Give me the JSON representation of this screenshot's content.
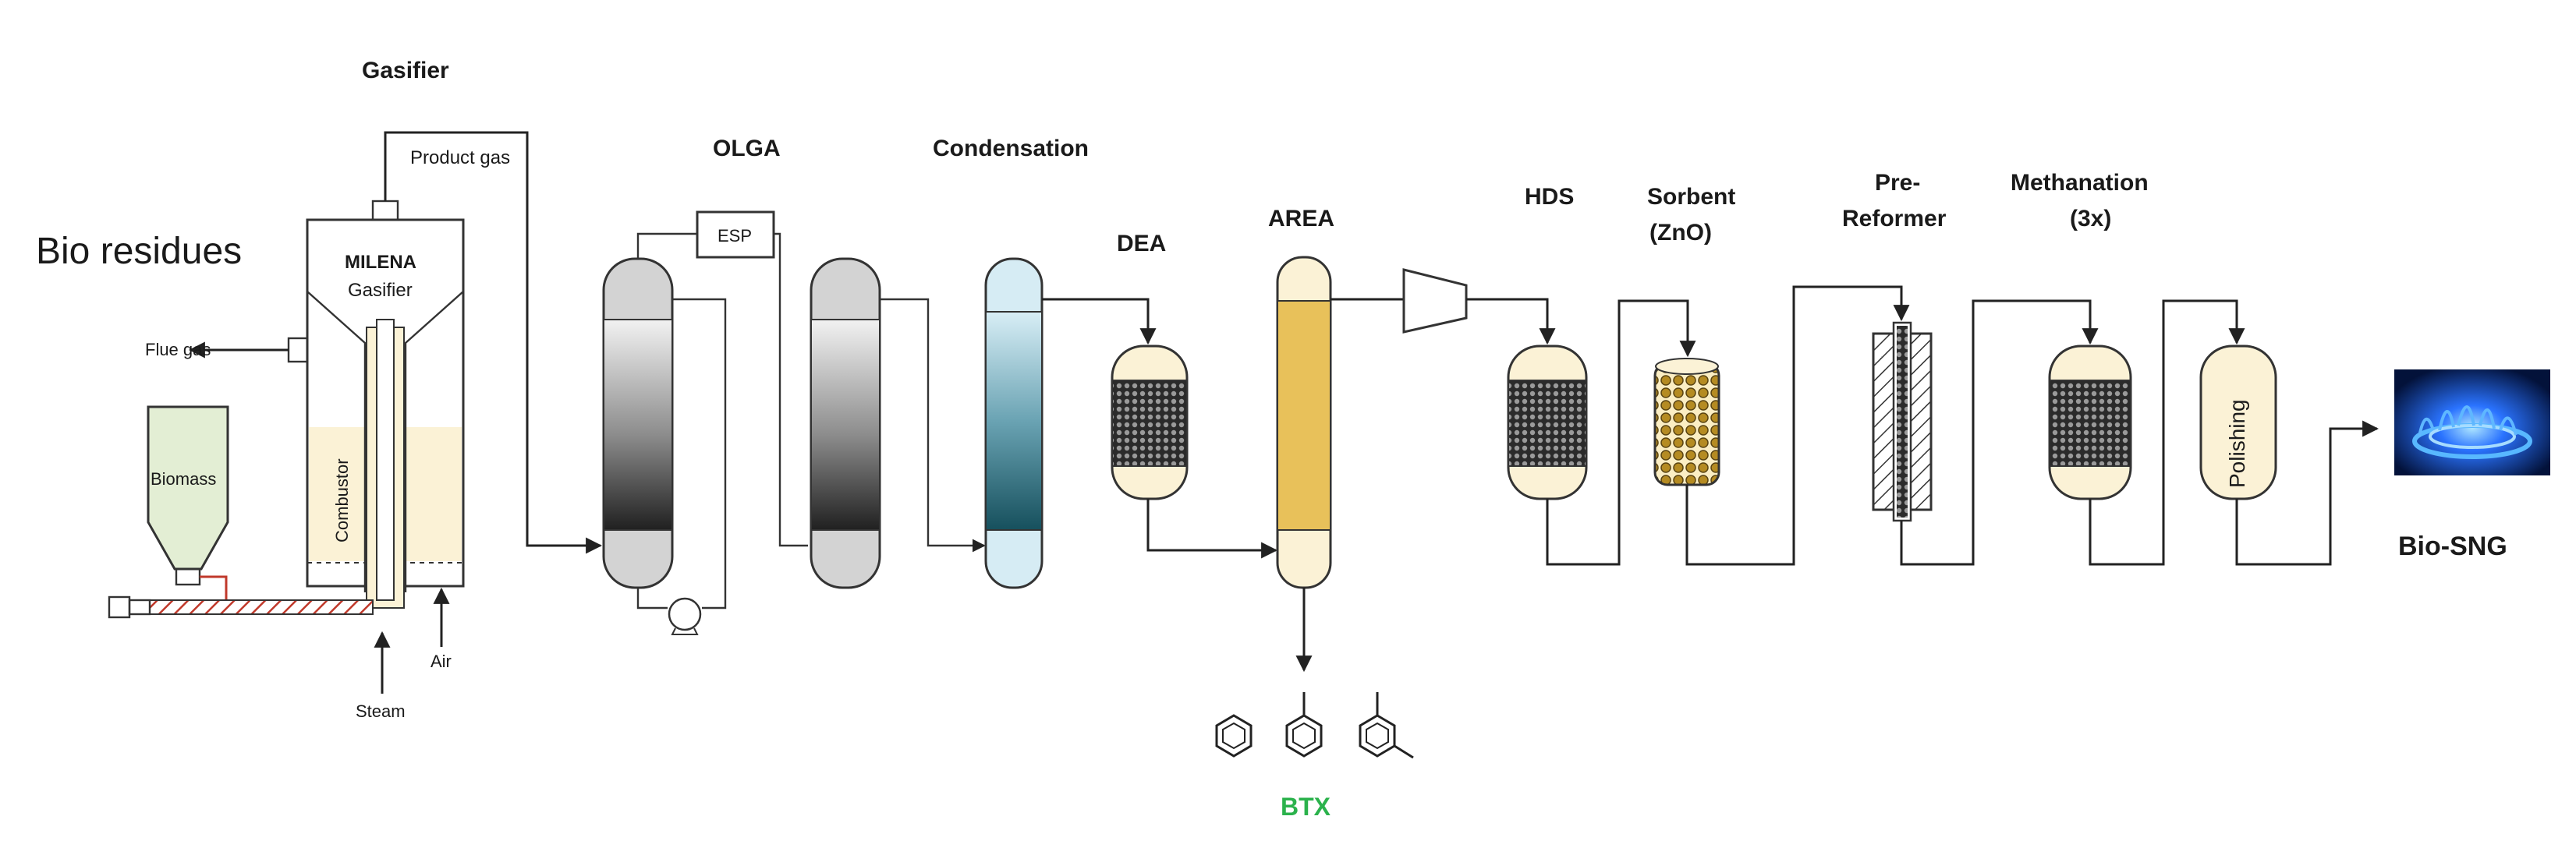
{
  "labels": {
    "bio_residues": "Bio residues",
    "gasifier": "Gasifier",
    "product_gas": "Product gas",
    "milena": "MILENA",
    "milena_gasifier": "Gasifier",
    "flue_gas": "Flue gas",
    "biomass": "Biomass",
    "combustor": "Combustor",
    "steam": "Steam",
    "air": "Air",
    "olga": "OLGA",
    "esp": "ESP",
    "condensation": "Condensation",
    "dea": "DEA",
    "area": "AREA",
    "btx": "BTX",
    "hds": "HDS",
    "sorbent_line1": "Sorbent",
    "sorbent_line2": "(ZnO)",
    "prereformer_line1": "Pre-",
    "prereformer_line2": "Reformer",
    "methanation_line1": "Methanation",
    "methanation_line2": "(3x)",
    "polishing": "Polishing",
    "bio_sng": "Bio-SNG"
  },
  "colors": {
    "btx_label": "#2bb24c",
    "vessel_beige": "#fbf2d6",
    "vessel_gray": "#d3d3d3",
    "condensation_top": "#d6ecf4",
    "condensation_dark": "#1b5a69",
    "area_bed": "#e8c15a",
    "flame": "#2a73ff"
  },
  "icons": [
    "benzene-icon",
    "toluene-icon",
    "xylene-icon",
    "gas-flame-icon",
    "pump-icon",
    "compressor-icon"
  ]
}
